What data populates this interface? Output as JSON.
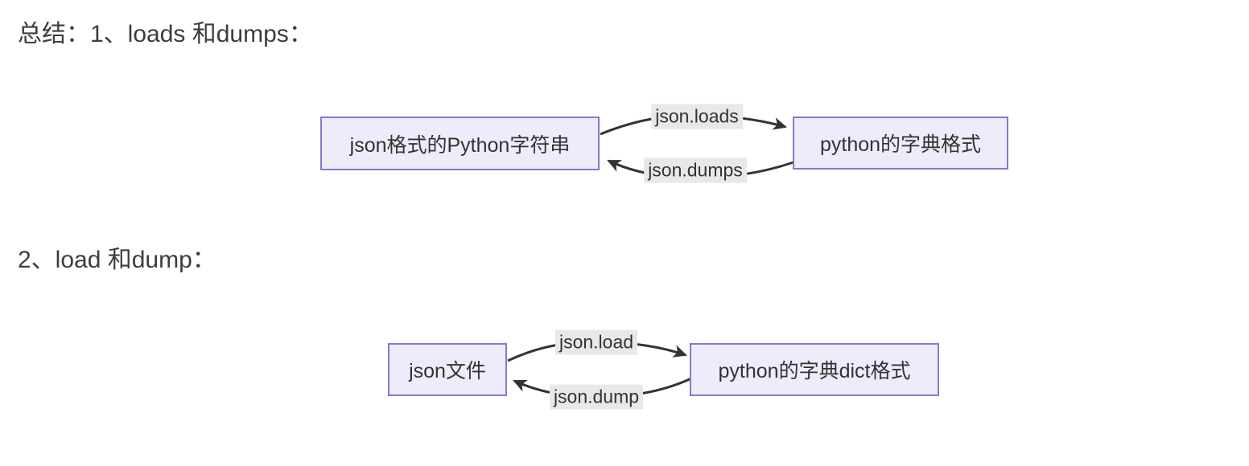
{
  "colors": {
    "background": "#ffffff",
    "node_fill": "#ececfb",
    "node_border": "#8678d0",
    "edge_stroke": "#333333",
    "edge_label_bg": "#e8e8e8",
    "text": "#333333",
    "title_text": "#3d3d3d"
  },
  "sections": [
    {
      "title": "总结：1、loads 和dumps：",
      "diagram": {
        "left_node": "json格式的Python字符串",
        "right_node": "python的字典格式",
        "forward_edge_label": "json.loads",
        "backward_edge_label": "json.dumps",
        "forward_direction": "left-to-right",
        "backward_direction": "right-to-left"
      }
    },
    {
      "title": "2、load 和dump：",
      "diagram": {
        "left_node": "json文件",
        "right_node": "python的字典dict格式",
        "forward_edge_label": "json.load",
        "backward_edge_label": "json.dump",
        "forward_direction": "left-to-right",
        "backward_direction": "right-to-left"
      }
    }
  ]
}
